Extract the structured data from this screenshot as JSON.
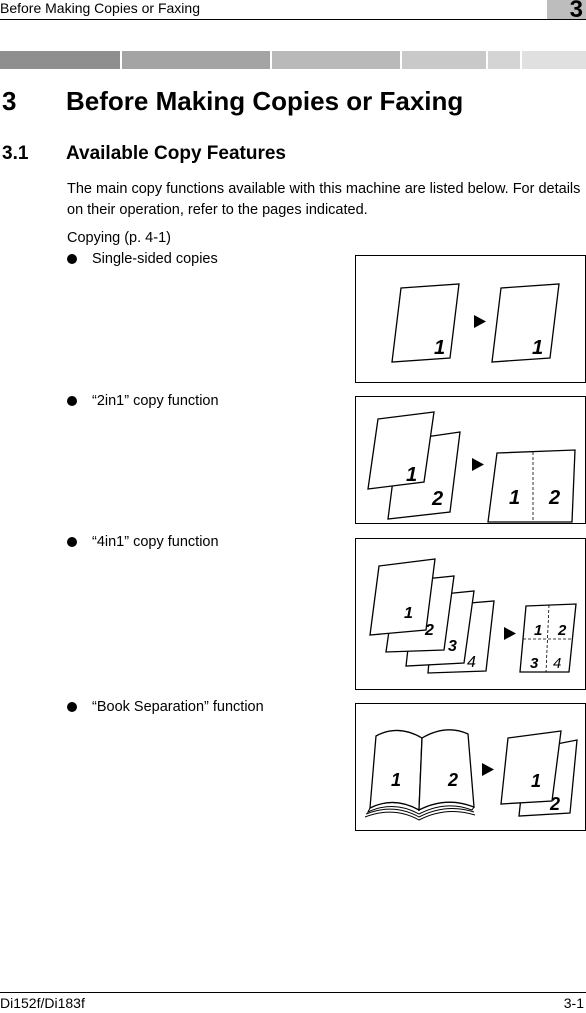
{
  "header": {
    "title": "Before Making Copies or Faxing",
    "chapter": "3"
  },
  "heading1": {
    "number": "3",
    "text": "Before Making Copies or Faxing"
  },
  "heading2": {
    "number": "3.1",
    "text": "Available Copy Features"
  },
  "intro": "The main copy functions available with this machine are listed below. For details on their operation, refer to the pages indicated.",
  "copying_ref": "Copying (p. 4-1)",
  "bullets": [
    "Single-sided copies",
    "“2in1” copy function",
    "“4in1” copy function",
    "“Book Separation” function"
  ],
  "figures": {
    "single": {
      "src": "1",
      "out": "1"
    },
    "twoin1": {
      "p1": "1",
      "p2": "2",
      "o1": "1",
      "o2": "2"
    },
    "fourin1": {
      "p1": "1",
      "p2": "2",
      "p3": "3",
      "p4": "4",
      "o1": "1",
      "o2": "2",
      "o3": "3",
      "o4": "4"
    },
    "book": {
      "b1": "1",
      "b2": "2",
      "o1": "1",
      "o2": "2"
    }
  },
  "footer": {
    "model": "Di152f/Di183f",
    "page": "3-1"
  }
}
